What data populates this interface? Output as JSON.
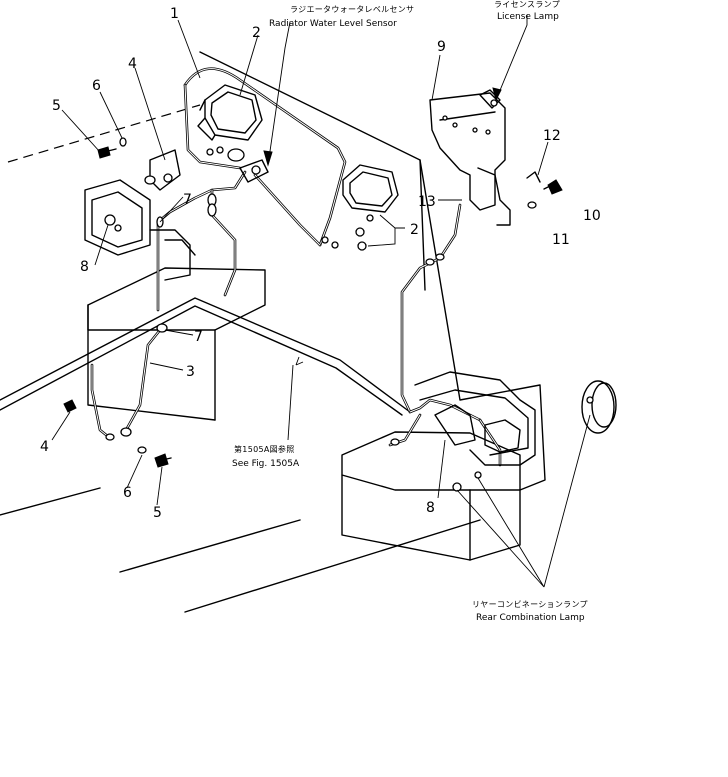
{
  "labels": {
    "radiator_sensor_jp": "ラジエータウォータレベルセンサ",
    "radiator_sensor_en": "Radiator Water Level Sensor",
    "license_lamp_jp": "ライセンスランプ",
    "license_lamp_en": "License Lamp",
    "see_fig_jp": "第1505A図参照",
    "see_fig_en": "See Fig. 1505A",
    "rear_combination_jp": "リヤーコンビネーションランプ",
    "rear_combination_en": "Rear Combination Lamp"
  },
  "callouts": [
    "1",
    "2",
    "4",
    "6",
    "5",
    "8",
    "7",
    "7",
    "3",
    "4",
    "6",
    "5",
    "2",
    "9",
    "12",
    "13",
    "10",
    "11",
    "8"
  ]
}
